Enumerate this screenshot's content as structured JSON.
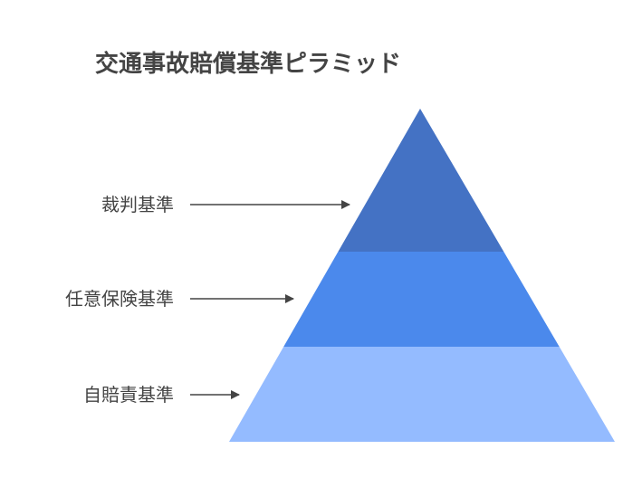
{
  "title": "交通事故賠償基準ピラミッド",
  "levels": [
    {
      "label": "裁判基準",
      "color": "#4472C4"
    },
    {
      "label": "任意保険基準",
      "color": "#4B89EC"
    },
    {
      "label": "自賠責基準",
      "color": "#94BBFF"
    }
  ],
  "arrow_color": "#444444"
}
